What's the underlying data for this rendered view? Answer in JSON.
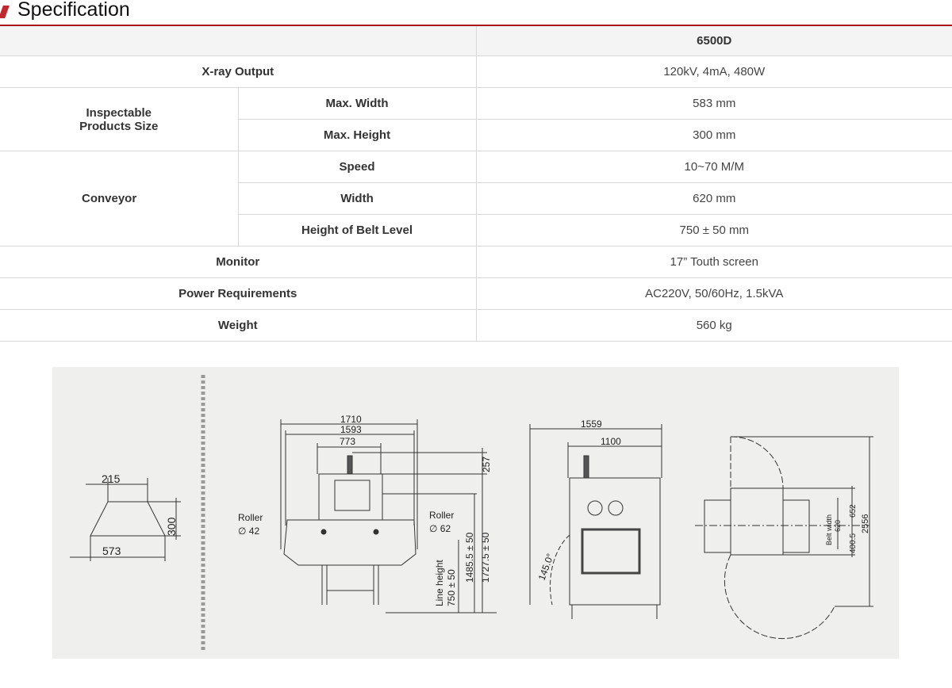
{
  "header": {
    "title": "Specification"
  },
  "table": {
    "model": "6500D",
    "rows": {
      "xray": {
        "label": "X-ray Output",
        "value": "120kV, 4mA, 480W"
      },
      "inspectable": {
        "label": "Inspectable Products Size",
        "max_width": {
          "label": "Max. Width",
          "value": "583 mm"
        },
        "max_height": {
          "label": "Max. Height",
          "value": "300 mm"
        }
      },
      "conveyor": {
        "label": "Conveyor",
        "speed": {
          "label": "Speed",
          "value": "10~70 M/M"
        },
        "width": {
          "label": "Width",
          "value": "620 mm"
        },
        "belt": {
          "label": "Height of Belt Level",
          "value": "750 ± 50 mm"
        }
      },
      "monitor": {
        "label": "Monitor",
        "value": "17” Touth screen"
      },
      "power": {
        "label": "Power Requirements",
        "value": "AC220V, 50/60Hz, 1.5kVA"
      },
      "weight": {
        "label": "Weight",
        "value": "560 kg"
      }
    }
  },
  "drawing": {
    "product": {
      "top": "215",
      "bottom": "573",
      "height": "300"
    },
    "front": {
      "w1": "1710",
      "w2": "1593",
      "w3": "773",
      "h_lamp": "257",
      "roller_label": "Roller",
      "roller_left": "∅ 42",
      "roller_right": "∅ 62",
      "line_height": "Line height",
      "line_val": "750  ± 50",
      "h1": "1485.5  ± 50",
      "h2": "1727.5  ± 50"
    },
    "side": {
      "w1": "1559",
      "w2": "1100",
      "angle": "145.0°"
    },
    "top": {
      "total": "2556",
      "d1": "652",
      "d2": "400.5",
      "belt": "Belt width",
      "belt_val": "620"
    }
  }
}
